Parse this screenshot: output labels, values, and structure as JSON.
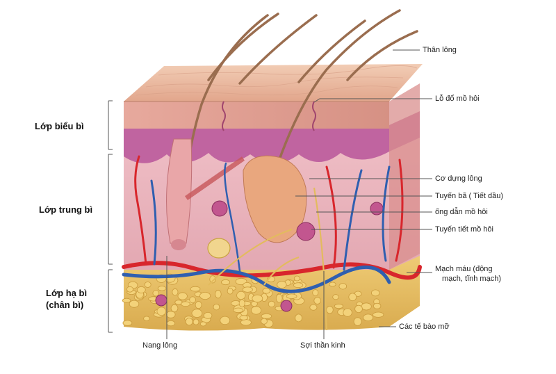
{
  "layers": {
    "epidermis": "Lớp biểu bì",
    "dermis": "Lớp trung bì",
    "hypodermis_line1": "Lớp hạ bì",
    "hypodermis_line2": "(chân bì)"
  },
  "callouts": {
    "hair_shaft": "Thân lông",
    "sweat_pore": "Lỗ đổ mồ hôi",
    "arrector_pili": "Cơ dựng lông",
    "sebaceous_gland": "Tuyến bã ( Tiết dầu)",
    "sweat_duct": "ống dẫn mồ hôi",
    "sweat_gland": "Tuyến tiết mồ hôi",
    "blood_vessels_line1": "Mạch máu (động",
    "blood_vessels_line2": "mạch, tĩnh mạch)",
    "fat_cells": "Các tế bào mỡ",
    "hair_follicle": "Nang lông",
    "nerve_fiber": "Sợi thần kinh"
  },
  "colors": {
    "epidermis_top": "#e9b79a",
    "epidermis_band": "#d99a8a",
    "basal_layer": "#b4548a",
    "dermis": "#eab7c0",
    "hypodermis": "#e7bf63",
    "fat_cell": "#f1cf6e",
    "artery": "#d8262c",
    "vein": "#2f5fb0",
    "hair": "#a5795a",
    "nerve": "#e8c26a"
  }
}
